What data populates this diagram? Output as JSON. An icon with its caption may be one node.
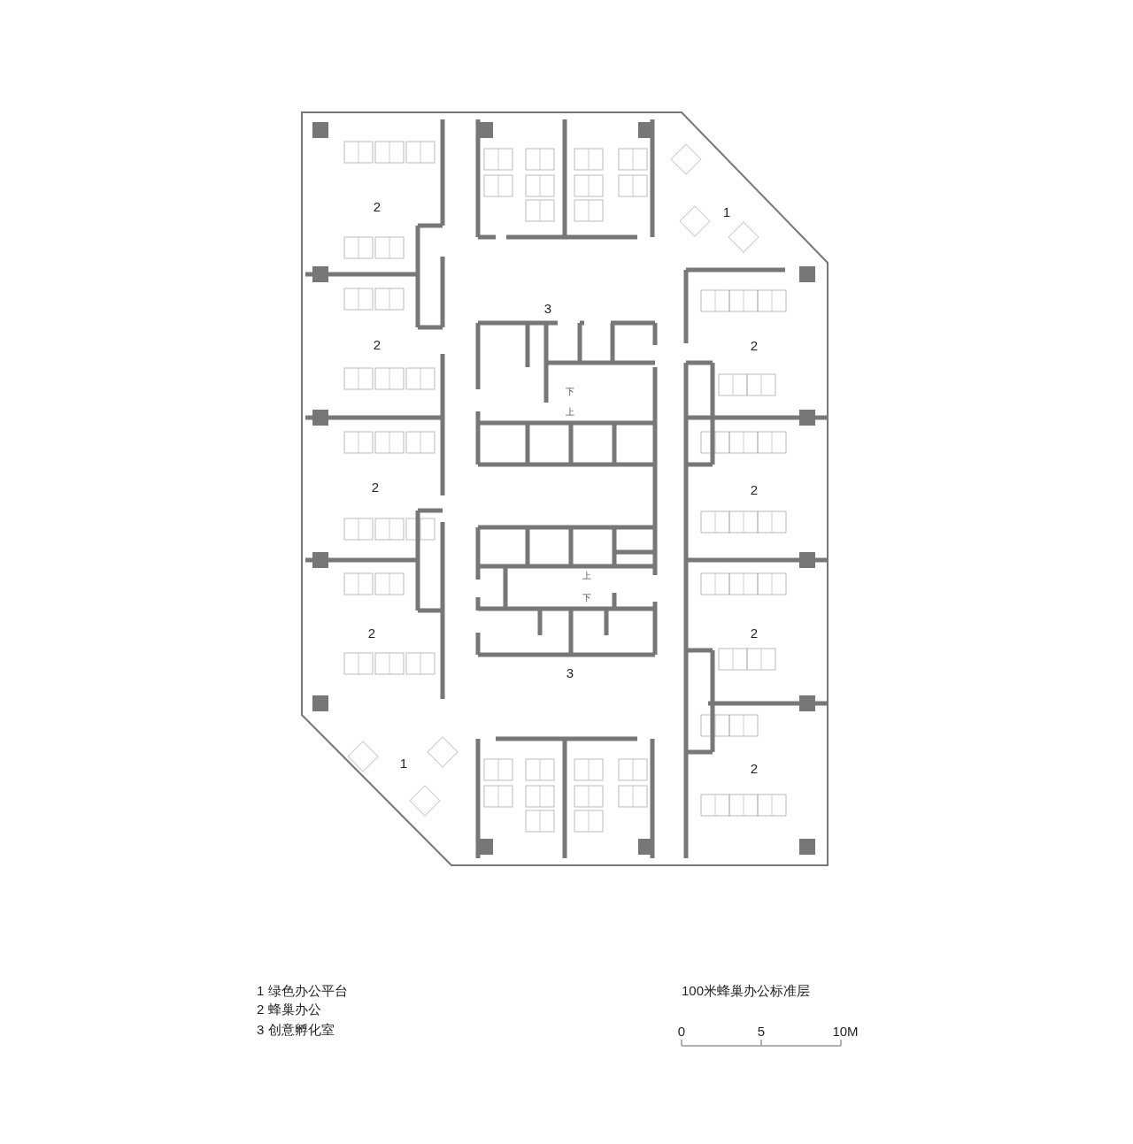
{
  "diagram": {
    "title": "100米蜂巢办公标准层",
    "labels": [
      "1",
      "2",
      "3",
      "2",
      "2",
      "下",
      "上",
      "2",
      "2",
      "上",
      "下",
      "2",
      "2",
      "3",
      "1",
      "2",
      "1 绿色办公平台",
      "2 蜂巢办公",
      "3 创意孵化室",
      "0",
      "5",
      "10M"
    ]
  }
}
